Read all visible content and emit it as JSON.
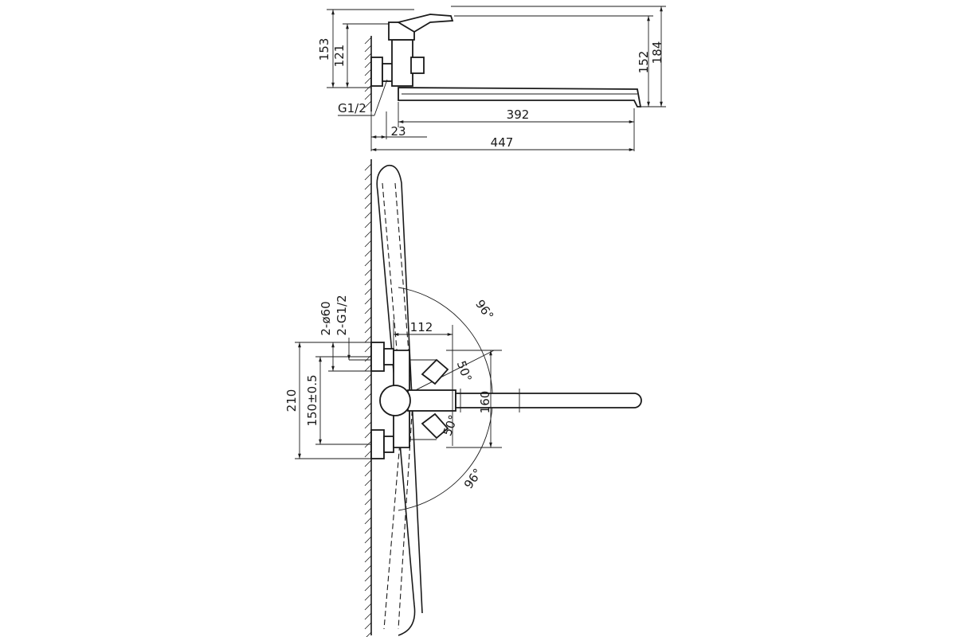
{
  "side_view": {
    "dims": {
      "h153": "153",
      "h121": "121",
      "h152": "152",
      "h184": "184",
      "thread": "G1/2",
      "l392": "392",
      "l23": "23",
      "l447": "447"
    }
  },
  "top_view": {
    "dims": {
      "dia60": "2-ø60",
      "threads": "2-G1/2",
      "d112": "112",
      "d210": "210",
      "d150": "150±0.5",
      "d160": "160",
      "angle96_top": "96°",
      "angle96_bottom": "96°",
      "angle50_top": "50°",
      "angle50_bottom": "50°"
    }
  }
}
